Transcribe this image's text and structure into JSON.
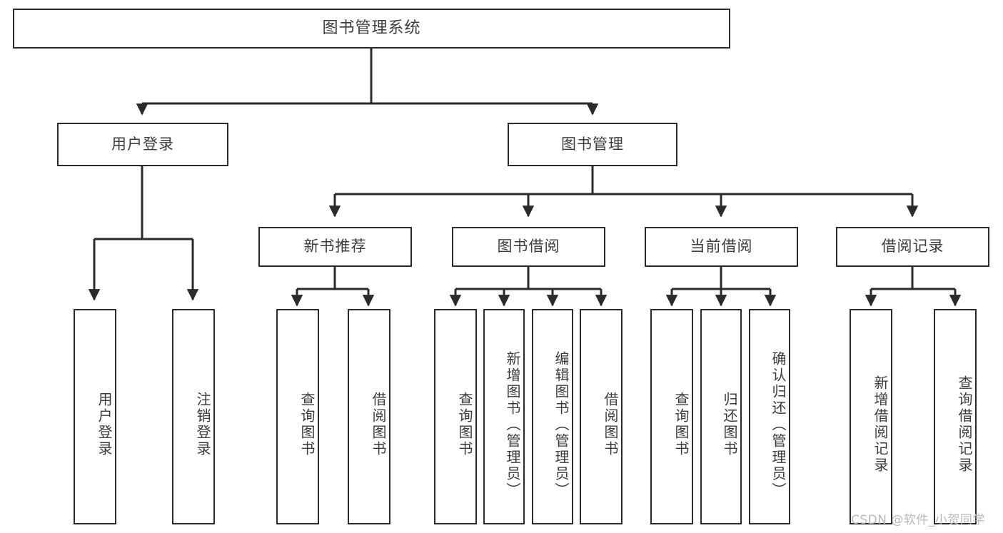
{
  "diagram": {
    "title": "图书管理系统",
    "type": "tree",
    "orientation": "top-down",
    "line_color": "#2b2b2b",
    "text_color": "#3c3c3c",
    "background_color": "#ffffff"
  },
  "nodes": {
    "root": {
      "label": "图书管理系统"
    },
    "level1": [
      {
        "id": "user-login",
        "label": "用户登录"
      },
      {
        "id": "book-manage",
        "label": "图书管理"
      }
    ],
    "level2": [
      {
        "id": "new-book-rec",
        "label": "新书推荐"
      },
      {
        "id": "book-borrow",
        "label": "图书借阅"
      },
      {
        "id": "current-borrow",
        "label": "当前借阅"
      },
      {
        "id": "borrow-record",
        "label": "借阅记录"
      }
    ],
    "leaves": {
      "user-login": [
        {
          "id": "leaf-user-login",
          "label": "用户登录"
        },
        {
          "id": "leaf-logout-login",
          "label": "注销登录"
        }
      ],
      "new-book-rec": [
        {
          "id": "leaf-query-book-1",
          "label": "查询图书"
        },
        {
          "id": "leaf-borrow-book-1",
          "label": "借阅图书"
        }
      ],
      "book-borrow": [
        {
          "id": "leaf-query-book-2",
          "label": "查询图书"
        },
        {
          "id": "leaf-add-book",
          "label": "新增图书（管理员）"
        },
        {
          "id": "leaf-edit-book",
          "label": "编辑图书（管理员）"
        },
        {
          "id": "leaf-borrow-book-2",
          "label": "借阅图书"
        }
      ],
      "current-borrow": [
        {
          "id": "leaf-query-book-3",
          "label": "查询图书"
        },
        {
          "id": "leaf-return-book",
          "label": "归还图书"
        },
        {
          "id": "leaf-confirm-return",
          "label": "确认归还（管理员）"
        }
      ],
      "borrow-record": [
        {
          "id": "leaf-add-record",
          "label": "新增借阅记录"
        },
        {
          "id": "leaf-query-record",
          "label": "查询借阅记录"
        }
      ]
    }
  },
  "watermark": {
    "text": "CSDN @软件_小贺同学"
  }
}
